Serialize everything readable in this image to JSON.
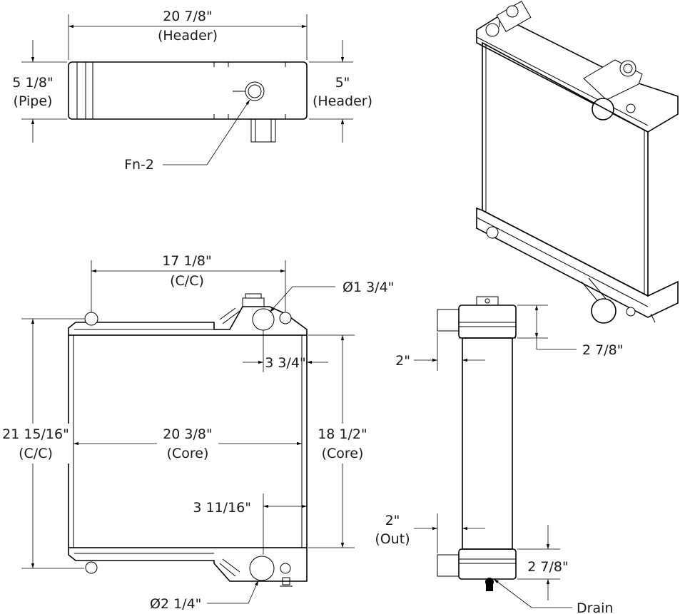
{
  "top_view": {
    "header_width": "20 7/8\"",
    "header_width_note": "(Header)",
    "pipe_height": "5 1/8\"",
    "pipe_note": "(Pipe)",
    "header_height": "5\"",
    "header_note": "(Header)",
    "fill_neck_label": "Fn-2"
  },
  "front_view": {
    "inlet_cc": "17 1/8\"",
    "inlet_cc_note": "(C/C)",
    "inlet_diameter": "Ø1 3/4\"",
    "inlet_offset": "3 3/4\"",
    "overall_cc": "21 15/16\"",
    "overall_cc_note": "(C/C)",
    "core_width": "20 3/8\"",
    "core_width_note": "(Core)",
    "core_height": "18 1/2\"",
    "core_height_note": "(Core)",
    "outlet_offset": "3 11/16\"",
    "outlet_diameter": "Ø2 1/4\""
  },
  "side_view": {
    "top_tank_height": "2 7/8\"",
    "inlet_depth": "2\"",
    "outlet_depth": "2\"",
    "outlet_note": "(Out)",
    "bottom_tank_height": "2 7/8\"",
    "drain_label": "Drain"
  }
}
